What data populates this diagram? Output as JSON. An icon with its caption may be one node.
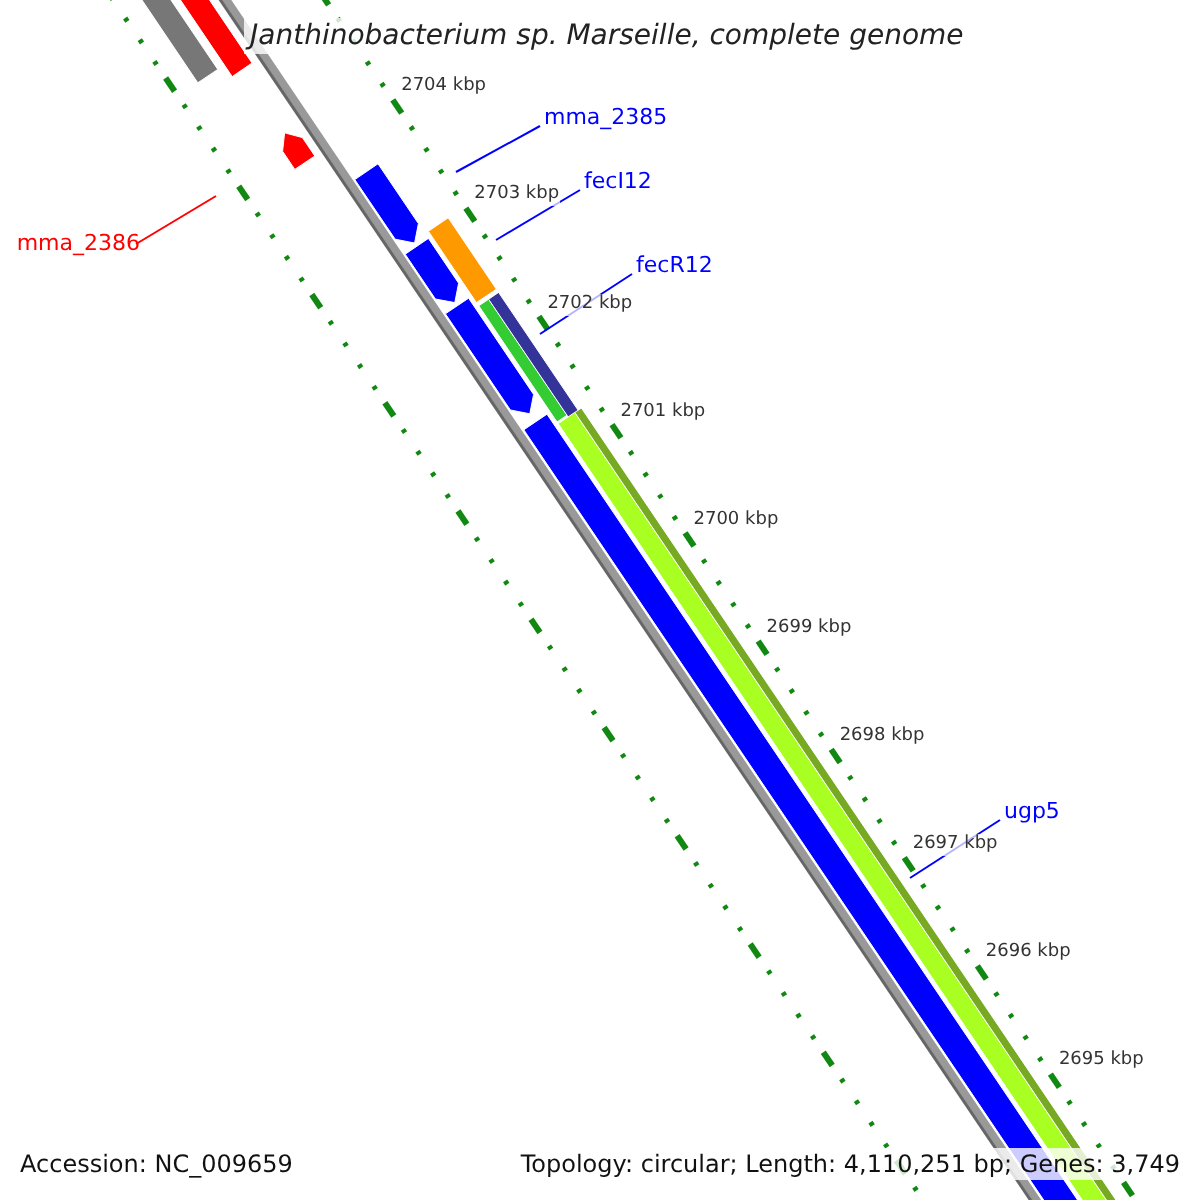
{
  "diagram": {
    "title": "Janthinobacterium sp. Marseille, complete genome",
    "nodes": [
      {
        "text": [
          "mma_2385"
        ]
      },
      {
        "text": [
          "fecI12"
        ]
      },
      {
        "text": [
          "mma_2386"
        ]
      },
      {
        "text": [
          "fecR12"
        ]
      },
      {
        "text": [
          "ugp5"
        ]
      }
    ],
    "edges": [
      {
        "from": 0,
        "to": null,
        "arrow": "none"
      },
      {
        "from": 1,
        "to": null,
        "arrow": "none"
      },
      {
        "from": 2,
        "to": null,
        "arrow": "none",
        "color": "#ff0000"
      },
      {
        "from": 3,
        "to": null,
        "arrow": "none"
      },
      {
        "from": 4,
        "to": null,
        "arrow": "none"
      }
    ],
    "labels": [
      "2704 kbp",
      "2703 kbp",
      "2702 kbp",
      "2701 kbp",
      "2700 kbp",
      "2699 kbp",
      "2698 kbp",
      "2697 kbp",
      "2696 kbp",
      "2695 kbp",
      "Accession: NC_009659",
      "Topology: circular; Length: 4,110,251 bp; Genes: 3,749"
    ]
  }
}
